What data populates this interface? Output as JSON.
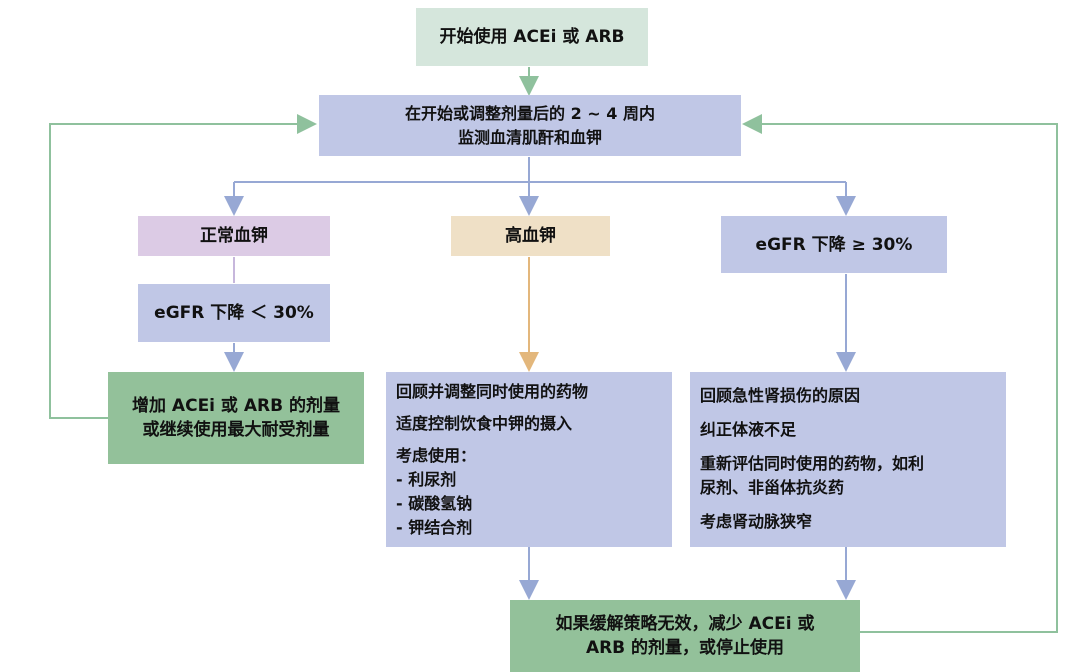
{
  "start": "开始使用 ACEi 或 ARB",
  "monitor": [
    "在开始或调整剂量后的 2 ~ 4 周内",
    "监测血清肌酐和血钾"
  ],
  "normal_k": {
    "title": "正常血钾",
    "egfr": "eGFR 下降 ＜ 30%",
    "action": [
      "增加 ACEi 或 ARB 的剂量",
      "或继续使用最大耐受剂量"
    ]
  },
  "high_k": {
    "title": "高血钾",
    "items": [
      "回顾并调整同时使用的药物",
      "适度控制饮食中钾的摄入",
      "考虑使用：",
      "- 利尿剂",
      "- 碳酸氢钠",
      "- 钾结合剂"
    ]
  },
  "egfr_drop": {
    "title": "eGFR 下降 ≥ 30%",
    "items": [
      "回顾急性肾损伤的原因",
      "纠正体液不足",
      "重新评估同时使用的药物，如利",
      "尿剂、非甾体抗炎药",
      "考虑肾动脉狭窄"
    ]
  },
  "final": [
    "如果缓解策略无效，减少 ACEi 或",
    "ARB 的剂量，或停止使用"
  ]
}
